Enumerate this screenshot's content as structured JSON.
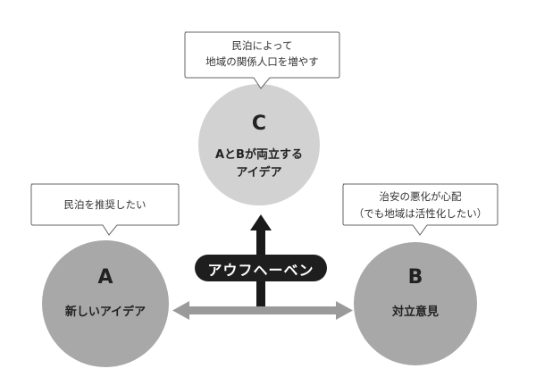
{
  "circle_c": {
    "letter": "C",
    "label_line1": "AとBが両立する",
    "label_line2": "アイデア"
  },
  "circle_a": {
    "letter": "A",
    "label": "新しいアイデア"
  },
  "circle_b": {
    "letter": "B",
    "label": "対立意見"
  },
  "bubble_top": {
    "line1": "民泊によって",
    "line2": "地域の関係人口を増やす"
  },
  "bubble_left": {
    "text": "民泊を推奨したい"
  },
  "bubble_right": {
    "line1": "治安の悪化が心配",
    "line2": "（でも地域は活性化したい）"
  },
  "pill": {
    "text": "アウフヘーベン"
  },
  "colors": {
    "circle_c": "#d2d2d2",
    "circle_ab": "#a8a8a8",
    "pill": "#1e1e1e",
    "arrow_h": "#9a9a9a",
    "arrow_up": "#1a1a1a",
    "bubble_border": "#666666"
  }
}
